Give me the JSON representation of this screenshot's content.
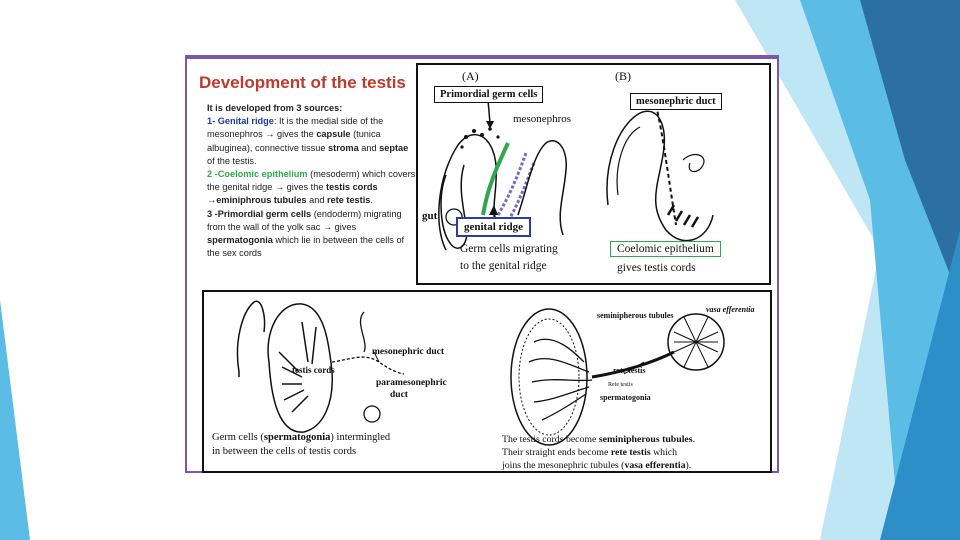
{
  "title": "Development of the testis",
  "intro": "It is developed from 3 sources:",
  "source1": {
    "label": "1- Genital ridge",
    "text_a": ": It is the medial side of the mesonephros ",
    "text_b": " gives the ",
    "capsule": "capsule",
    "text_c": " (tunica albuginea), connective tissue ",
    "stroma": "stroma",
    "text_d": " and ",
    "septae": "septae",
    "text_e": " of the testis."
  },
  "source2": {
    "label": "2 -Coelomic epithelium",
    "text_a": " (mesoderm) which covers the genital ridge ",
    "text_b": " gives the ",
    "cords": "testis cords",
    "text_c": " ",
    "tubules": "eminiphrous tubules",
    "text_d": " and ",
    "rete": "rete testis",
    "text_e": "."
  },
  "source3": {
    "label": "3 -Primordial germ cells",
    "text_a": " (endoderm) migrating from the wall of the yolk sac ",
    "text_b": " gives ",
    "sperm": "spermatogonia",
    "text_c": " which lie in between the cells of the sex cords"
  },
  "arrow_glyph": "→",
  "panel_a": {
    "label_a": "(A)",
    "label_b": "(B)",
    "primordial": "Primordial germ cells",
    "mesonephros": "mesonephros",
    "gut": "gut",
    "genital_ridge": "genital ridge",
    "caption_a1": "Germ cells migrating",
    "caption_a2": "to the genital ridge",
    "mesonephric_duct": "mesonephric duct",
    "caption_b1": "Coelomic epithelium",
    "caption_b2": "gives testis cords"
  },
  "panel_b": {
    "mesonephric_duct": "mesonephric duct",
    "testis_cords": "testis cords",
    "paramesonephric_1": "paramesonephric",
    "paramesonephric_2": "duct",
    "caption_l1a": "Germ cells (",
    "caption_l1b": "spermatogonia",
    "caption_l1c": ") intermingled",
    "caption_l2": "in between the cells of testis cords",
    "seminiferous": "seminipherous tubules",
    "vasa": "vasa efferentia",
    "rete_testis": "rete testis",
    "rete_small": "Rete testis",
    "spermatogonia": "spermatogonia",
    "caption_r1a": "The testis cords become ",
    "caption_r1b": "seminipherous tubules",
    "caption_r1c": ".",
    "caption_r2a": "Their straight ends become ",
    "caption_r2b": "rete testis",
    "caption_r2c": " which",
    "caption_r3a": "joins the mesonephric tubules (",
    "caption_r3b": "vasa efferentia",
    "caption_r3c": ")."
  }
}
